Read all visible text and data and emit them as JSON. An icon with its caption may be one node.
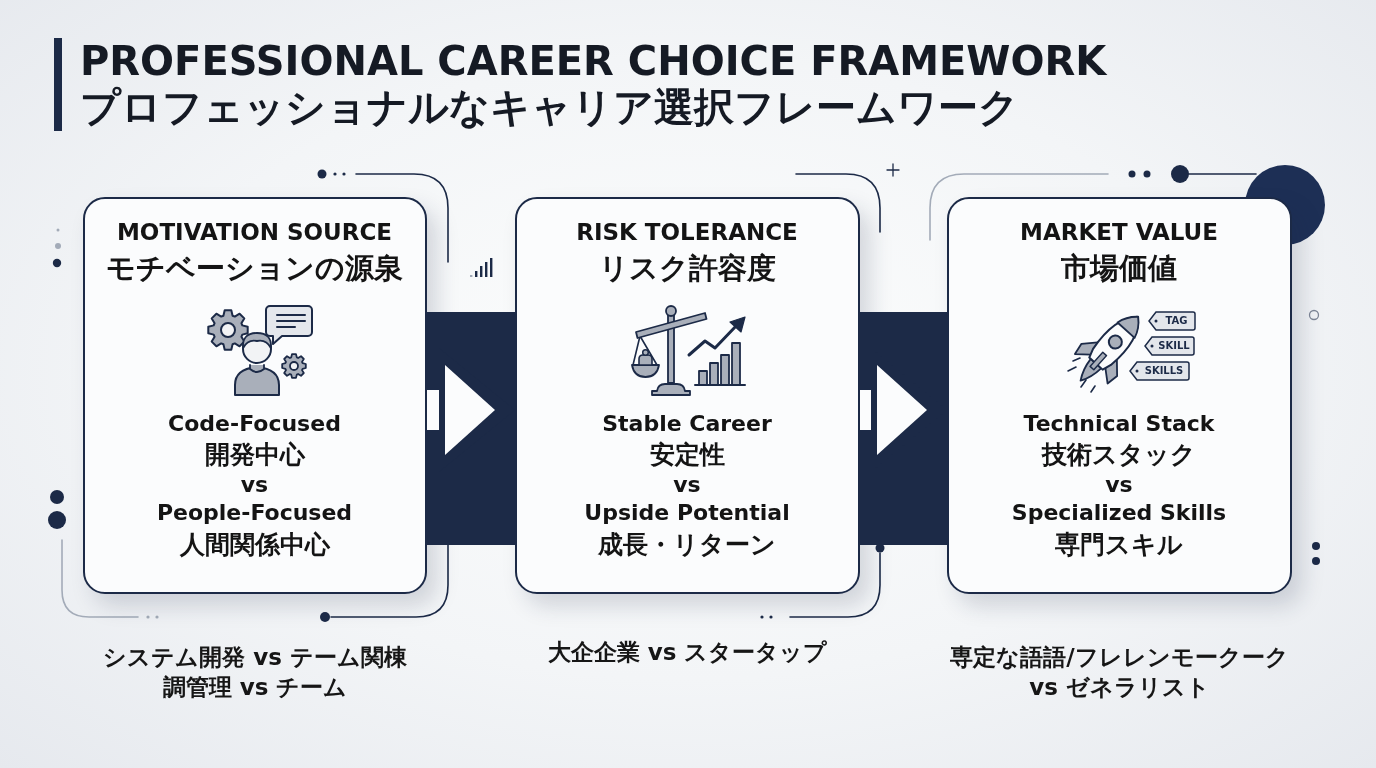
{
  "diagram": {
    "title": "PROFESSIONAL CAREER CHOICE FRAMEWORK プロフェッショナルなキャリア選択フレームワーク",
    "nodes": [
      {
        "text": [
          "MOTIVATION SOURCE",
          "モチベーションの源泉",
          "Code-Focused",
          "開発中心",
          "vs",
          "People-Focused",
          "人間関係中心"
        ],
        "beside": [
          "システム開発 vs テーム関棟",
          "調管理 vs チーム"
        ]
      },
      {
        "text": [
          "RISK TOLERANCE",
          "リスク許容度",
          "Stable Career",
          "安定性",
          "vs",
          "Upside Potential",
          "成長・リターン"
        ],
        "beside": [
          "大企企業 vs スタータップ"
        ]
      },
      {
        "text": [
          "MARKET VALUE",
          "市場価値",
          "Technical Stack",
          "技術スタック",
          "vs",
          "Specialized Skills",
          "専門スキル"
        ],
        "beside": [
          "専定な語語/フレレンモークーク vs ゼネラリスト"
        ]
      },
      {
        "text": [
          "TAG"
        ],
        "in": 2
      },
      {
        "text": [
          "SKILL"
        ],
        "in": 2
      },
      {
        "text": [
          "SKILLS"
        ],
        "in": 2
      }
    ],
    "edges": [
      {
        "from": 0,
        "to": 1,
        "arrow": "to"
      },
      {
        "from": 1,
        "to": 2,
        "arrow": "to"
      }
    ]
  }
}
